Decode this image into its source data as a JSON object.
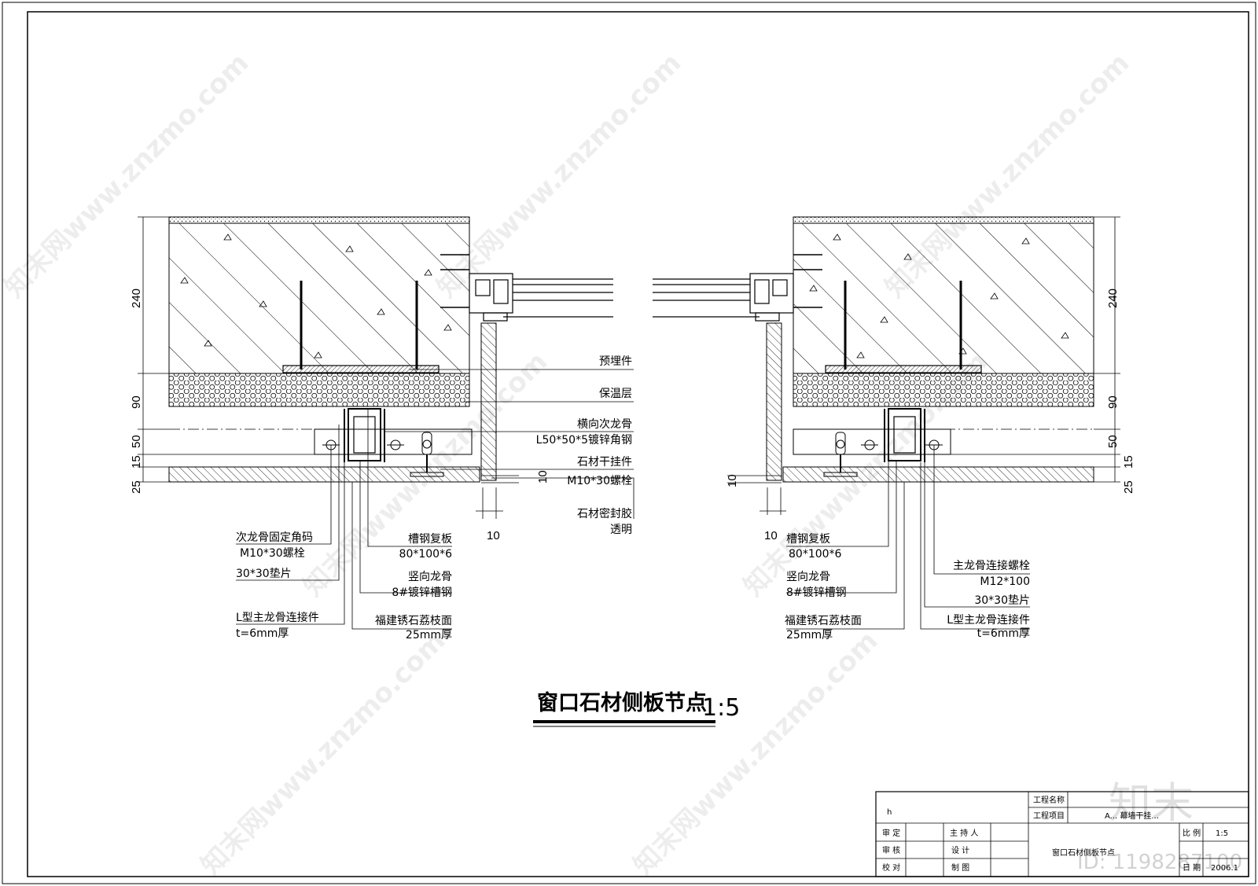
{
  "drawing": {
    "title": "窗口石材侧板节点",
    "scale": "1:5"
  },
  "left_detail": {
    "dims_left": [
      "240",
      "90",
      "50",
      "15",
      "25"
    ],
    "dim_gap_right": "10",
    "dim_gap_bottom": "10",
    "labels_right": {
      "embed": "预埋件",
      "insulation": "保温层",
      "cross_keel_1": "横向次龙骨",
      "cross_keel_2": "L50*50*5镀锌角钢",
      "hanger_1": "石材干挂件",
      "hanger_2": "M10*30螺栓",
      "sealant_1": "石材密封胶",
      "sealant_2": "透明"
    },
    "labels_bottom": {
      "angle_1": "次龙骨固定角码",
      "angle_2": "M10*30螺栓",
      "shim": "30*30垫片",
      "lconn_1": "L型主龙骨连接件",
      "lconn_2": "t=6mm厚",
      "chplate_1": "槽钢复板",
      "chplate_2": "80*100*6",
      "vkeel_1": "竖向龙骨",
      "vkeel_2": "8#镀锌槽钢",
      "stone_1": "福建锈石荔枝面",
      "stone_2": "25mm厚"
    }
  },
  "right_detail": {
    "dims_right": [
      "240",
      "90",
      "50",
      "15",
      "25"
    ],
    "dim_gap_left": "10",
    "dim_gap_bottom": "10",
    "labels_bottom": {
      "chplate_1": "槽钢复板",
      "chplate_2": "80*100*6",
      "vkeel_1": "竖向龙骨",
      "vkeel_2": "8#镀锌槽钢",
      "stone_1": "福建锈石荔枝面",
      "stone_2": "25mm厚",
      "bolt_1": "主龙骨连接螺栓",
      "bolt_2": "M12*100",
      "shim": "30*30垫片",
      "lconn_1": "L型主龙骨连接件",
      "lconn_2": "t=6mm厚"
    }
  },
  "title_block": {
    "corner_mark": "h",
    "project_name_label": "工程名称",
    "project_item_label": "工程项目",
    "project_item_value": "A... 幕墙干挂...",
    "review_label": "审 定",
    "audit_label": "审 核",
    "check_label": "校 对",
    "host_label": "主 持 人",
    "design_label": "设 计",
    "draw_label": "制 图",
    "drawing_name": "窗口石材侧板节点",
    "scale_label": "比 例",
    "scale_value": "1:5",
    "date_label": "日 期",
    "date_value": "2006.1"
  },
  "watermark": {
    "site": "知末网www.znzmo.com",
    "brand": "知末",
    "id_text": "ID: 1198287100"
  }
}
